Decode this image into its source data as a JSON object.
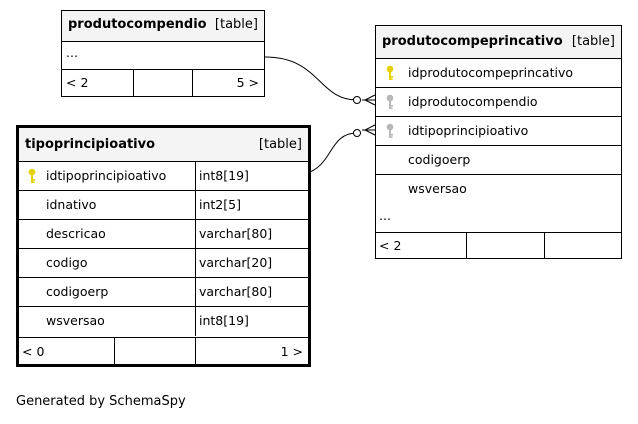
{
  "tables": {
    "produtocompendio": {
      "name": "produtocompendio",
      "type": "[table]",
      "ellipsis": "...",
      "footer": {
        "left": "< 2",
        "right": "5 >"
      }
    },
    "produtocompeprincativo": {
      "name": "produtocompeprincativo",
      "type": "[table]",
      "columns": [
        {
          "name": "idprodutocompeprincativo",
          "key": "primary-key-icon"
        },
        {
          "name": "idprodutocompendio",
          "key": "foreign-key-icon"
        },
        {
          "name": "idtipoprincipioativo",
          "key": "foreign-key-icon"
        },
        {
          "name": "codigoerp",
          "key": ""
        },
        {
          "name": "wsversao",
          "key": ""
        }
      ],
      "ellipsis": "...",
      "footer": {
        "left": "< 2",
        "right": ""
      }
    },
    "tipoprincipioativo": {
      "name": "tipoprincipioativo",
      "type": "[table]",
      "columns": [
        {
          "name": "idtipoprincipioativo",
          "type": "int8[19]",
          "key": "primary-key-icon"
        },
        {
          "name": "idnativo",
          "type": "int2[5]",
          "key": ""
        },
        {
          "name": "descricao",
          "type": "varchar[80]",
          "key": ""
        },
        {
          "name": "codigo",
          "type": "varchar[20]",
          "key": ""
        },
        {
          "name": "codigoerp",
          "type": "varchar[80]",
          "key": ""
        },
        {
          "name": "wsversao",
          "type": "int8[19]",
          "key": ""
        }
      ],
      "footer": {
        "left": "< 0",
        "right": "1 >"
      }
    }
  },
  "colors": {
    "primary_key": "#e6d200",
    "foreign_key": "#b8b8b8",
    "header_bg": "#f4f4f4"
  },
  "footer_text": "Generated by SchemaSpy"
}
